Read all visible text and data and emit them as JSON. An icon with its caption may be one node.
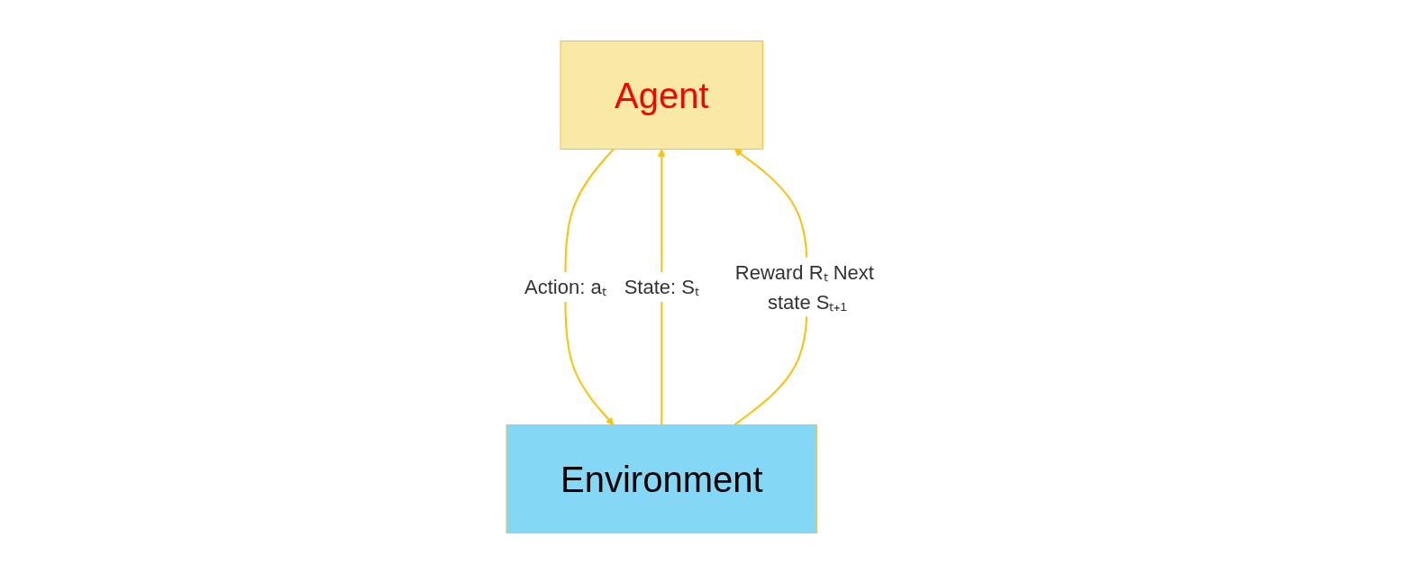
{
  "diagram": {
    "nodes": [
      {
        "text": [
          "Agent"
        ]
      },
      {
        "text": [
          "Environment"
        ]
      }
    ],
    "edges": [
      {
        "from": 0,
        "to": 1,
        "arrow": "to",
        "label": "Action: aₜ"
      },
      {
        "from": 1,
        "to": 0,
        "arrow": "to",
        "label": "State: Sₜ"
      },
      {
        "from": 1,
        "to": 0,
        "arrow": "to",
        "label": "Reward Rₜ Next state Sₜ₊₁"
      }
    ]
  }
}
